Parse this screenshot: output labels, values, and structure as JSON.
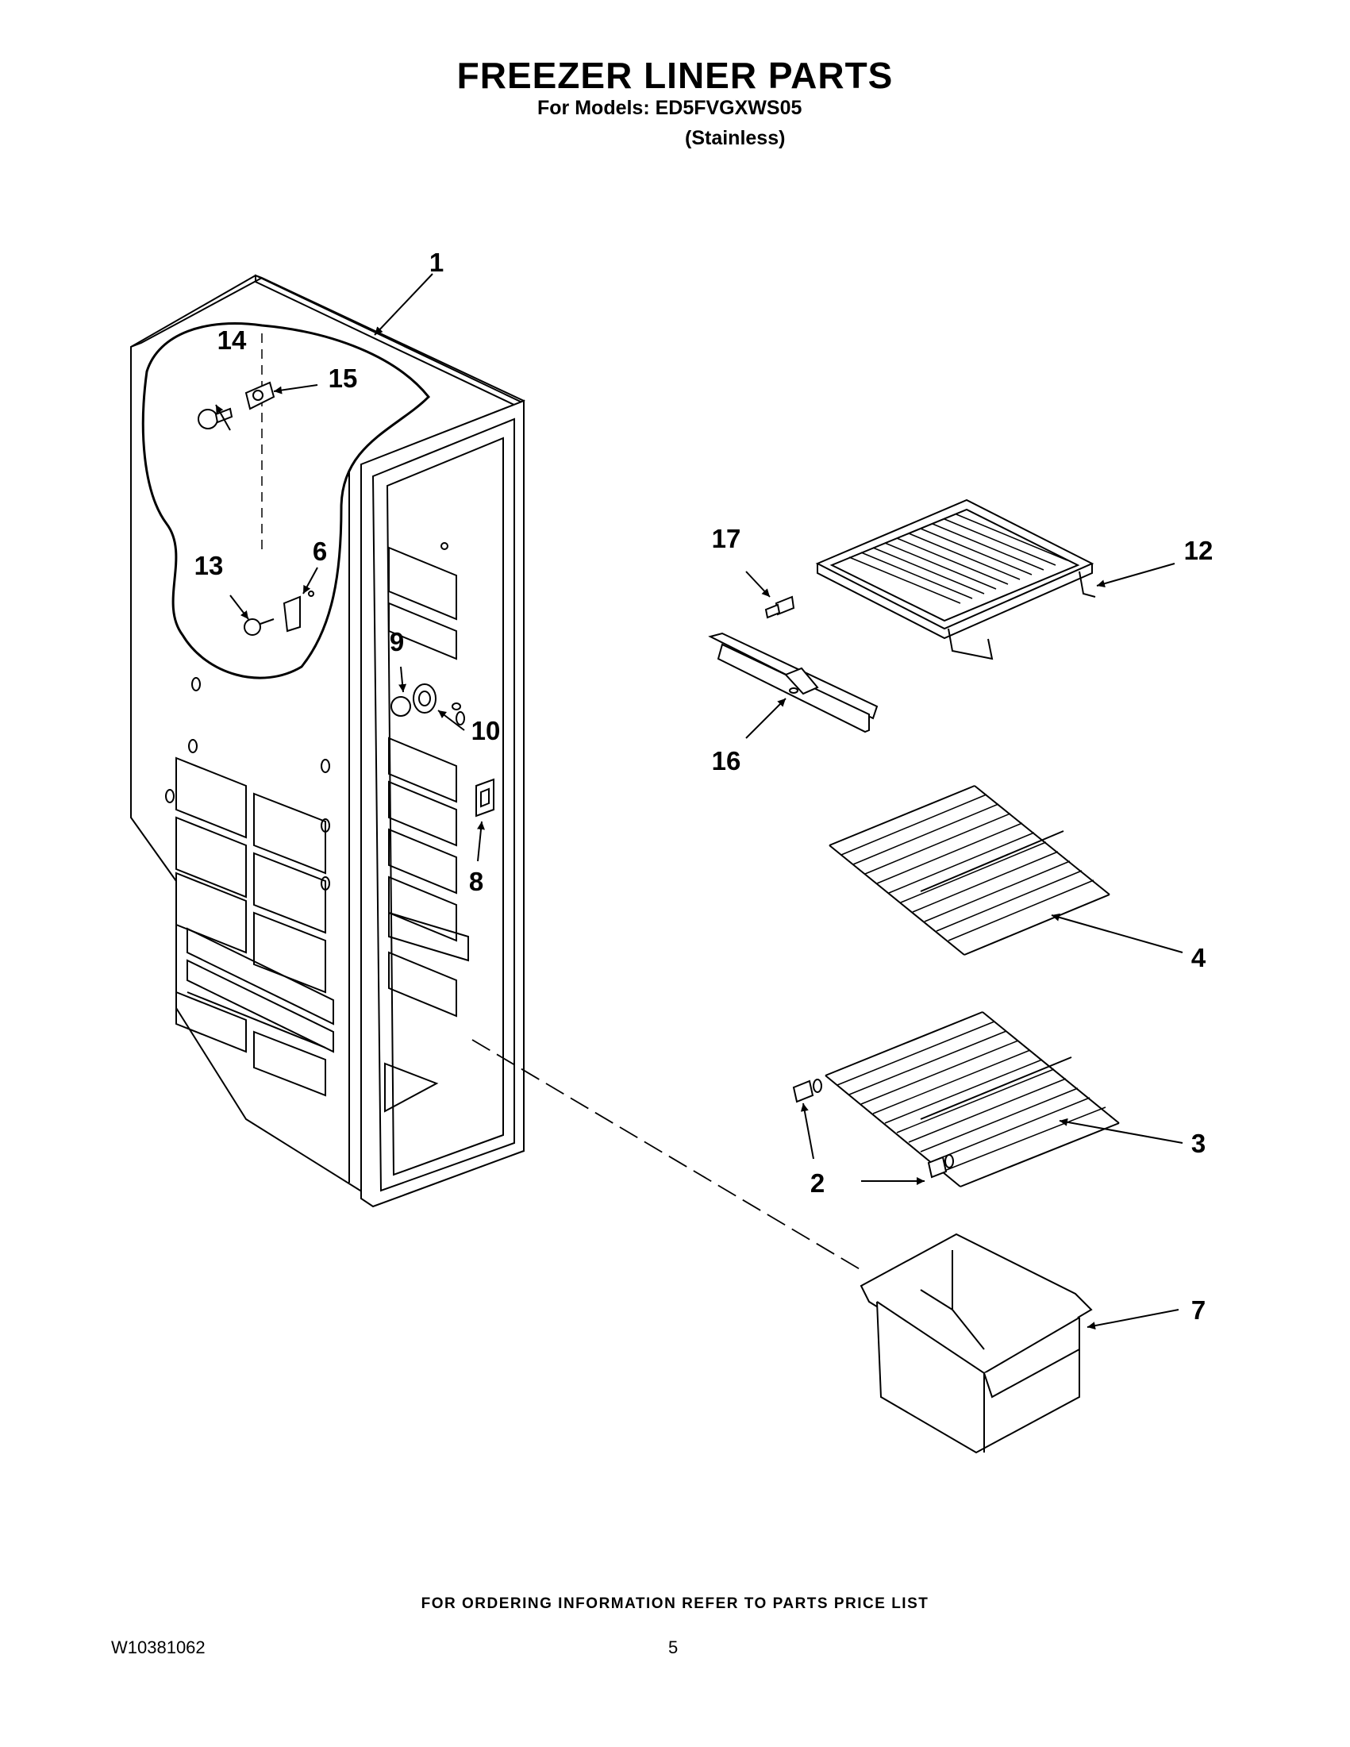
{
  "header": {
    "title": "FREEZER LINER PARTS",
    "models_line": "For Models: ED5FVGXWS05",
    "variant": "(Stainless)"
  },
  "callouts": [
    "1",
    "14",
    "15",
    "6",
    "13",
    "9",
    "10",
    "8",
    "17",
    "12",
    "16",
    "4",
    "3",
    "2",
    "7"
  ],
  "footer": {
    "note": "FOR ORDERING INFORMATION REFER TO PARTS PRICE LIST",
    "doc_number": "W10381062",
    "page_number": "5"
  }
}
